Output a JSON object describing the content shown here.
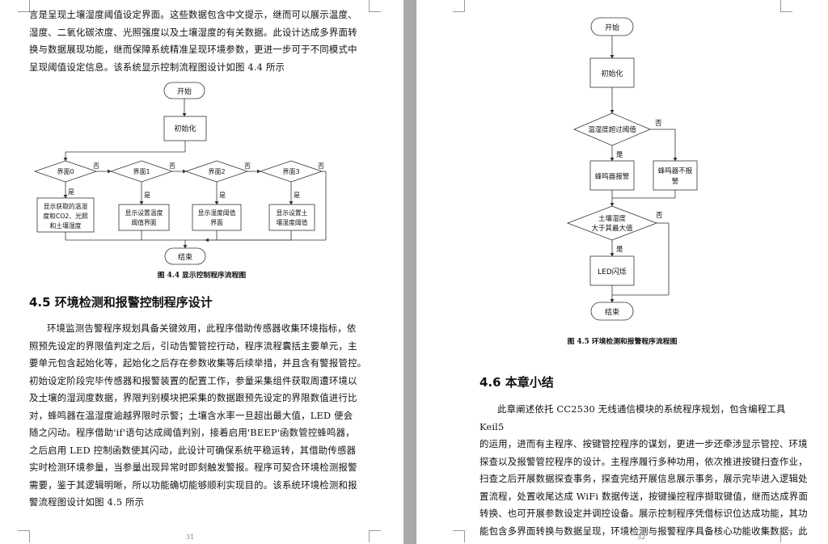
{
  "left_page": {
    "intro_lines": [
      "言是呈现土壤湿度阈值设定界面。这些数据包含中文提示，继而可以展示温度、",
      "湿度、二氧化碳浓度、光照强度以及土壤湿度的有关数据。此设计达成多界面转",
      "换与数据展现功能，继而保障系统精准呈现环境参数，更进一步可于不同模式中",
      "呈现阈值设定信息。该系统显示控制流程图设计如图 4.4 所示"
    ],
    "flowchart": {
      "start": "开始",
      "init": "初始化",
      "screens": [
        "界面0",
        "界面1",
        "界面2",
        "界面3"
      ],
      "no": "否",
      "yes": "是",
      "actions": [
        [
          "显示获取的温湿",
          "度和CO2、光照",
          "和土壤湿度"
        ],
        [
          "显示设置温度",
          "阈值界面"
        ],
        [
          "显示湿度阈值",
          "界面"
        ],
        [
          "显示设置土",
          "壤湿度阈值"
        ]
      ],
      "end": "结束"
    },
    "caption": "图 4.4  显示控制程序流程图",
    "section_heading": "4.5  环境检测和报警控制程序设计",
    "body_lines": [
      "环境监测告警程序规划具备关键效用，此程序借助传感器收集环境指标，依",
      "照预先设定的界限值判定之后，引动告警管控行动，程序流程囊括主要单元，主",
      "要单元包含起始化等，起始化之后存在参数收集等后续举措，并且含有警报管控。",
      "初始设定阶段完毕传感器和报警装置的配置工作，参量采集组件获取周遭环境以",
      "及土壤的湿润度数据，界限判别模块把采集的数据跟预先设定的界限数值进行比",
      "对，蜂鸣器在温湿度逾越界限时示警；土壤含水率一旦超出最大值，LED 便会",
      "随之闪动。程序借助'if'语句达成阈值判别，接着启用'BEEP'函数管控蜂鸣器，",
      "之后启用 LED 控制函数使其闪动，此设计可确保系统平稳运转，其借助传感器",
      "实时检测环境参量，当参量出现异常时即刻触发警报。程序可契合环境检测报警",
      "需要，鉴于其逻辑明晰，所以功能确切能够顺利实现目的。该系统环境检测和报",
      "警流程图设计如图 4.5 所示"
    ],
    "page_number": "31"
  },
  "right_page": {
    "flowchart": {
      "start": "开始",
      "init": "初始化",
      "decision1": "温湿度超过阈值",
      "no": "否",
      "yes": "是",
      "buzzer_on": "蜂鸣器报警",
      "buzzer_off": [
        "蜂鸣器不报",
        "警"
      ],
      "decision2": [
        "土壤湿度",
        "大于其最大值"
      ],
      "led": "LED闪烁",
      "end": "结束"
    },
    "caption": "图 4.5  环境检测和报警程序流程图",
    "section_heading": "4.6  本章小结",
    "body_lines": [
      "此章阐述依托 CC2530 无线通信模块的系统程序规划，包含编程工具 Keil5",
      "的运用，进而有主程序、按键管控程序的谋划，更进一步还牵涉显示管控、环境",
      "探查以及报警管控程序的设计。主程序履行多种功用，依次推进按键扫查作业，",
      "扫查之后开展数据探查事务，探查完结开展信息展示事务，展示完毕进入逻辑处",
      "置流程，处置收尾达成 WiFi 数据传送，按键操控程序撷取键值，继而达成界面",
      "转换、也可开展参数设定并调控设备。展示控制程序凭借标识位达成功能，其功",
      "能包含多界面转换与数据呈现，环境检测与报警程序具备核心功能收集数据，此"
    ],
    "page_number": "32"
  }
}
